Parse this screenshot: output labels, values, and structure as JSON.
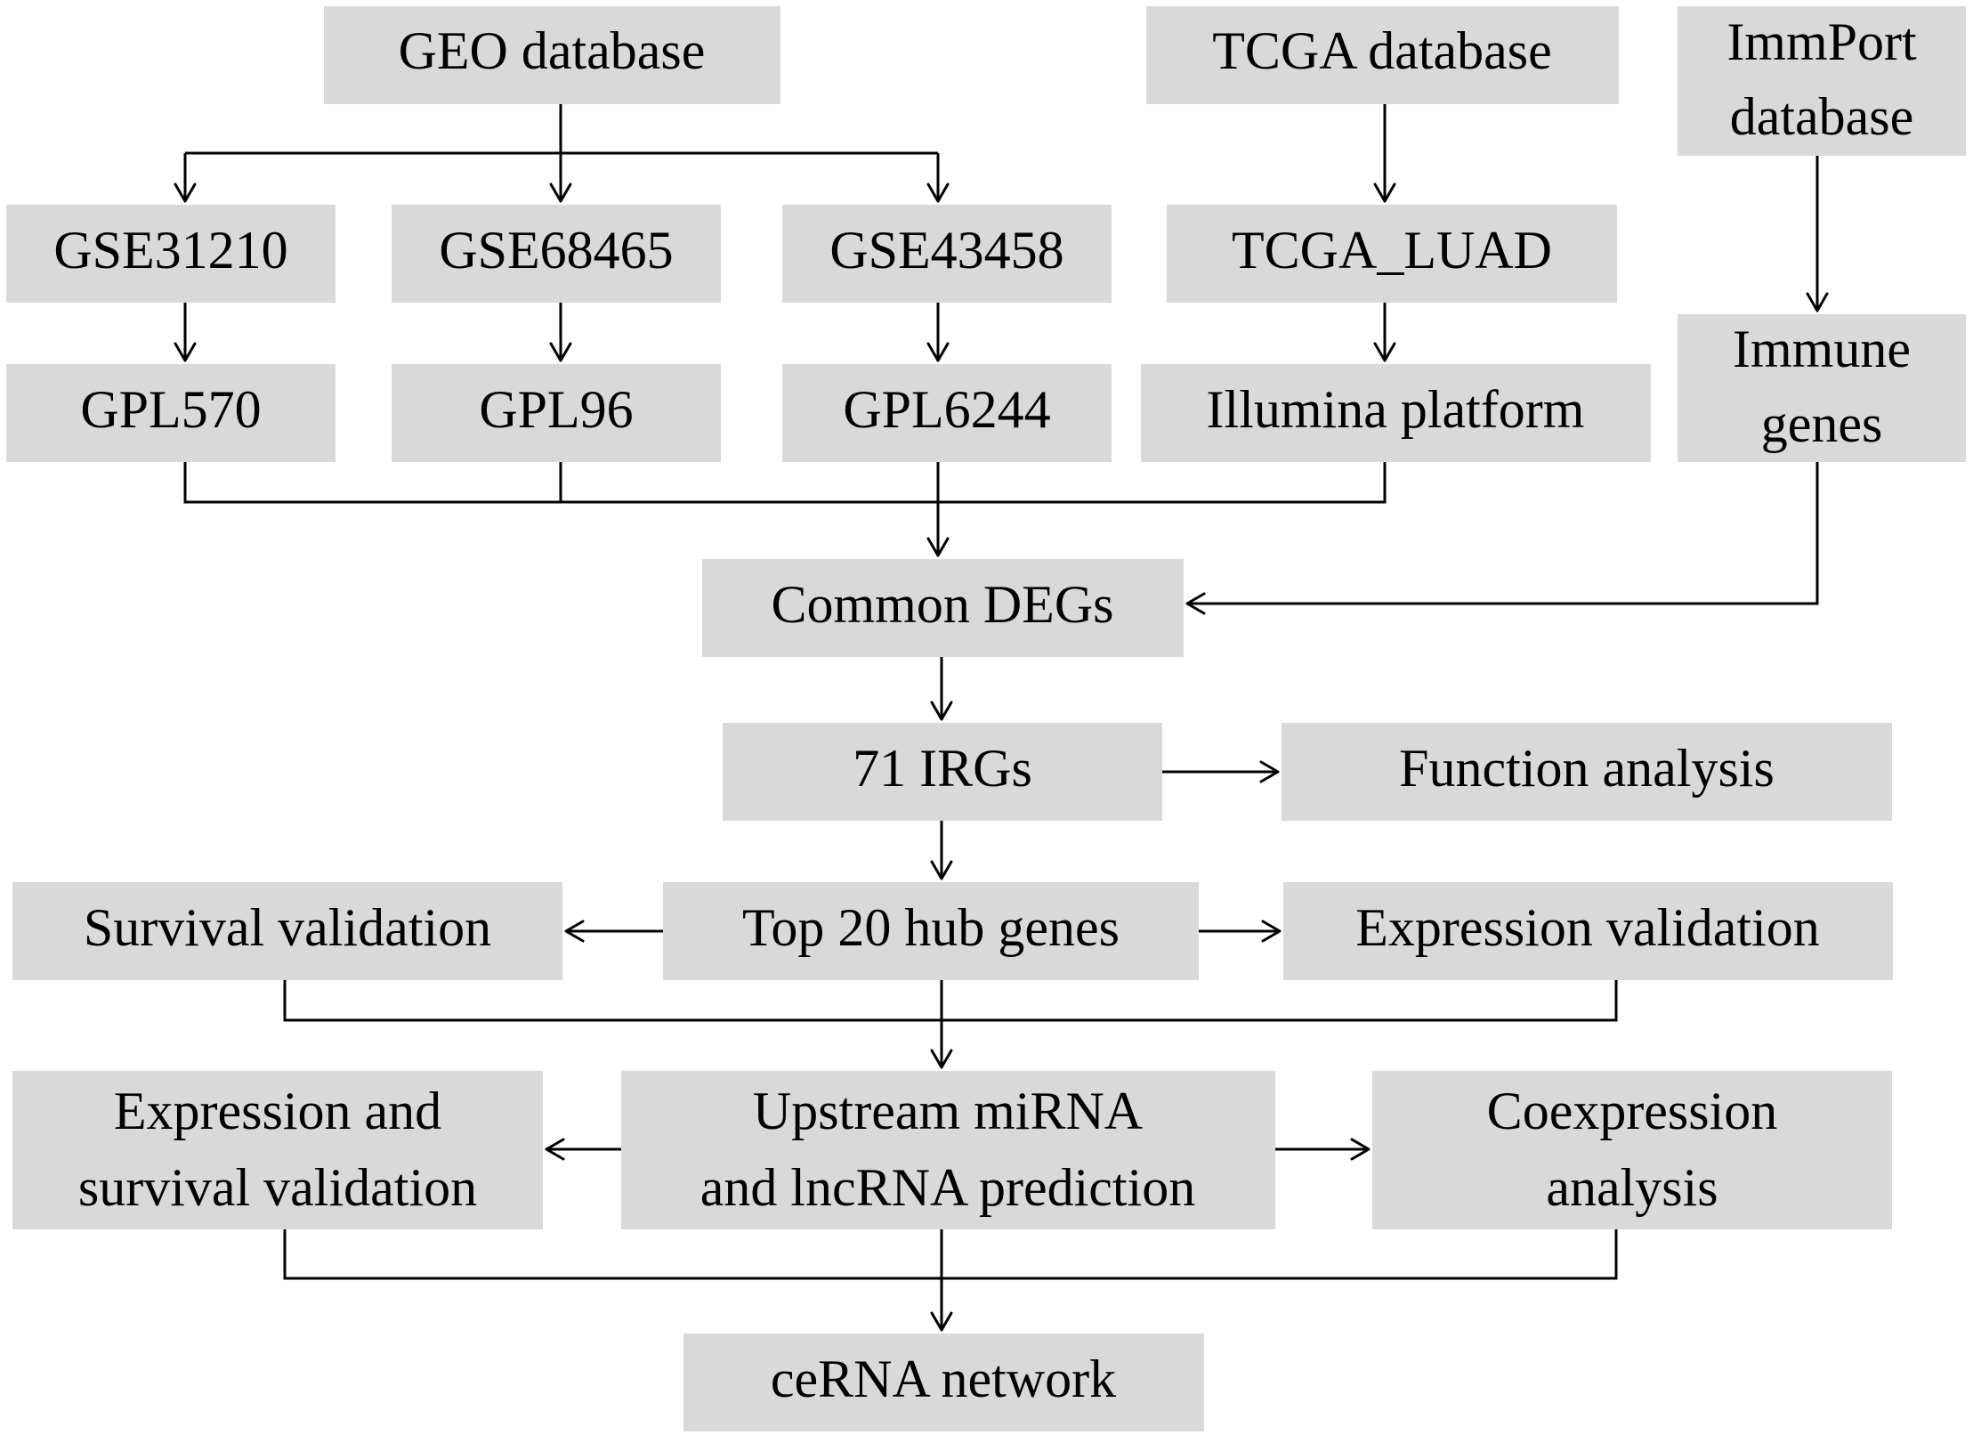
{
  "diagram": {
    "nodes": {
      "geo": "GEO database",
      "tcga": "TCGA database",
      "immport": [
        "ImmPort",
        "database"
      ],
      "gse31210": "GSE31210",
      "gse68465": "GSE68465",
      "gse43458": "GSE43458",
      "tcga_luad": "TCGA_LUAD",
      "gpl570": "GPL570",
      "gpl96": "GPL96",
      "gpl6244": "GPL6244",
      "illumina": "Illumina platform",
      "immune_genes": [
        "Immune",
        "genes"
      ],
      "common_degs": "Common DEGs",
      "irgs": "71 IRGs",
      "function_analysis": "Function analysis",
      "hub_genes": "Top 20 hub genes",
      "survival_validation": "Survival validation",
      "expression_validation": "Expression validation",
      "expr_surv_validation": [
        "Expression and",
        "survival validation"
      ],
      "upstream_prediction": [
        "Upstream miRNA",
        "and lncRNA prediction"
      ],
      "coexpression": [
        "Coexpression",
        "analysis"
      ],
      "cerna": "ceRNA network"
    },
    "colors": {
      "box_fill": "#d9d9d9",
      "line": "#000000",
      "text": "#000000"
    }
  }
}
